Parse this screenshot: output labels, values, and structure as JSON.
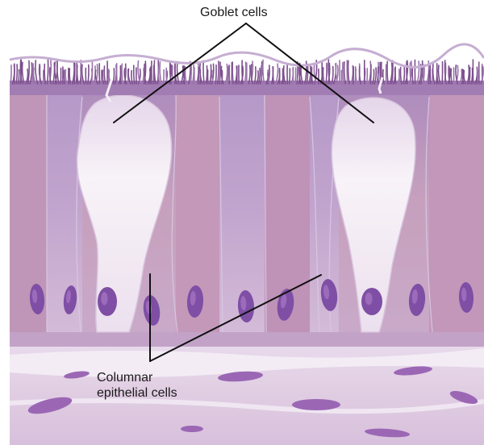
{
  "labels": {
    "goblet": "Goblet cells",
    "columnar_line1": "Columnar",
    "columnar_line2": "epithelial cells"
  },
  "colors": {
    "background": "#ffffff",
    "cilia": "#7d4f8e",
    "apical_band": "#a682b3",
    "cell_pink": "#c99ab8",
    "cell_lavender": "#b99ac8",
    "goblet_interior": "#f3ecf4",
    "nucleus": "#7e4fa4",
    "nucleus_highlight": "#a978c6",
    "basement_membrane": "#b98fb9",
    "connective_tissue": "#e7d7e8",
    "fibroblast": "#9b67b5",
    "leader_line": "#111111",
    "label_text": "#1a1a1a"
  }
}
